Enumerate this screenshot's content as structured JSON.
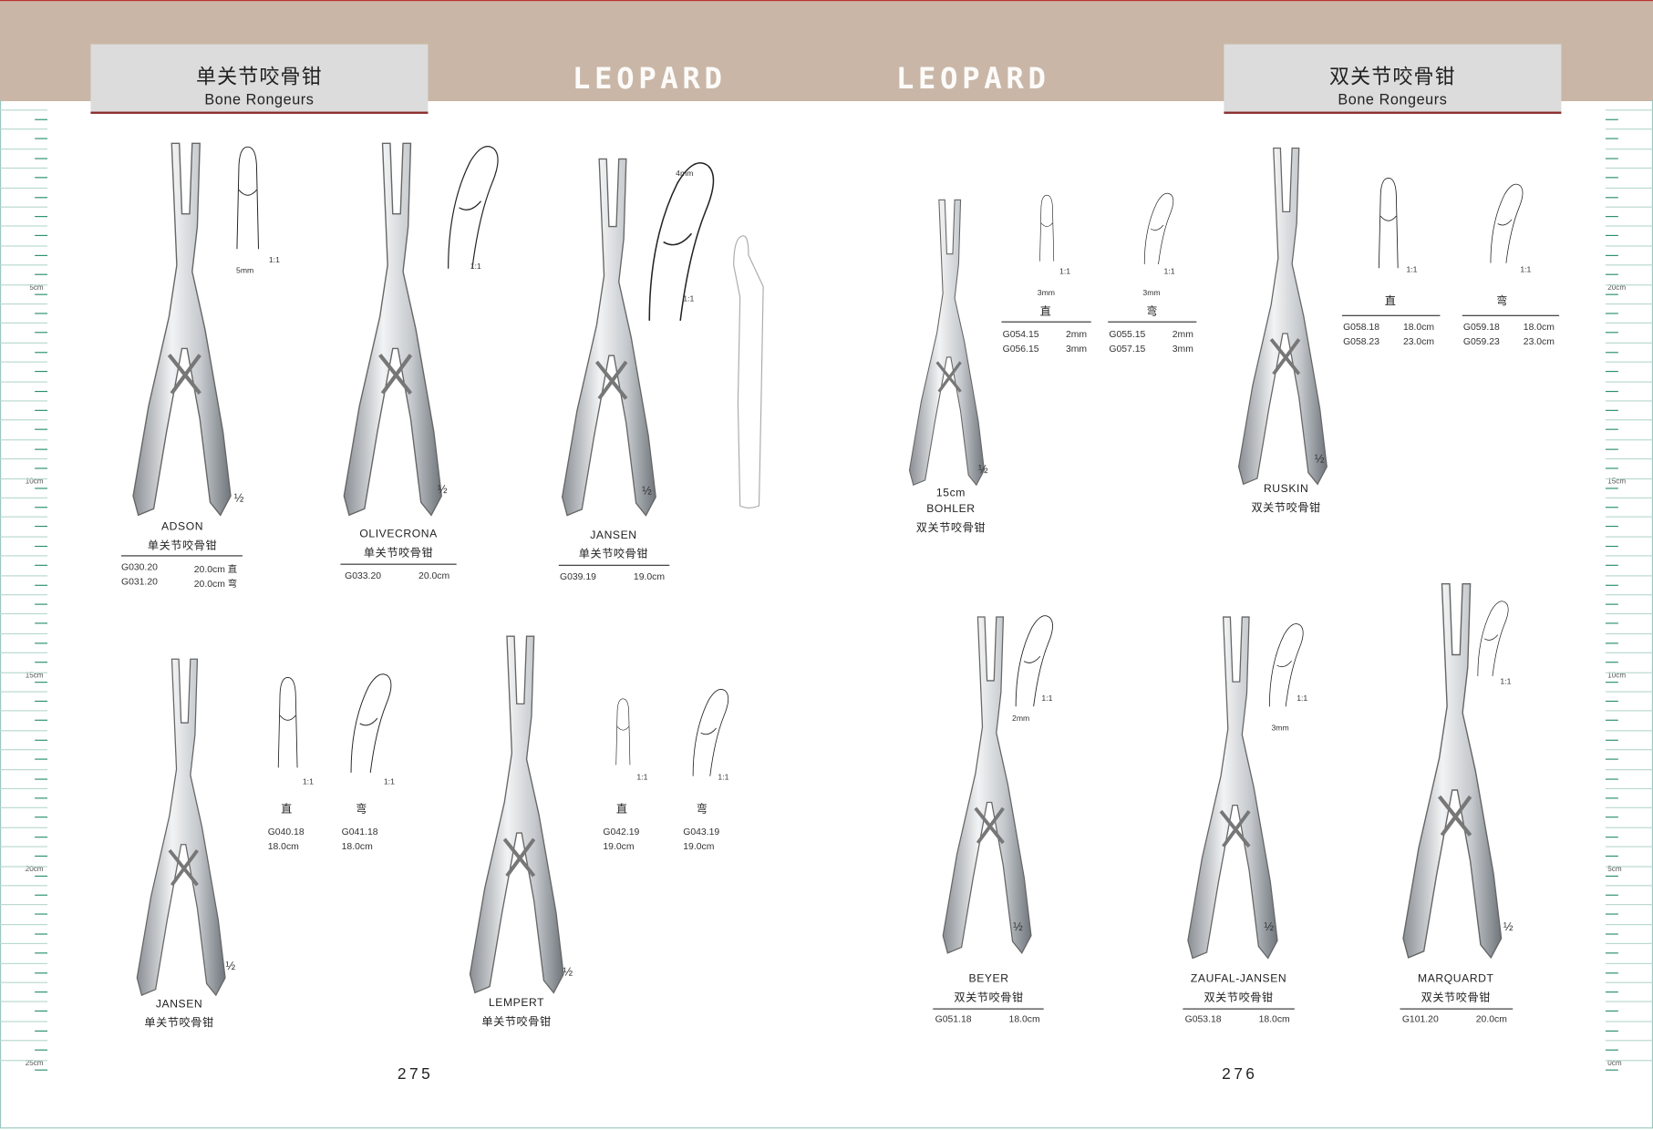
{
  "header": {
    "left_title_zh": "单关节咬骨钳",
    "left_title_en": "Bone Rongeurs",
    "right_title_zh": "双关节咬骨钳",
    "right_title_en": "Bone Rongeurs",
    "logo": "LEOPARD"
  },
  "rulers": {
    "left": [
      "5cm",
      "10cm",
      "15cm",
      "20cm",
      "25cm"
    ],
    "right": [
      "20cm",
      "15cm",
      "10cm",
      "5cm",
      "0cm"
    ]
  },
  "pages": {
    "left": "275",
    "right": "276"
  },
  "labels": {
    "straight": "直",
    "curved": "弯",
    "scale": "1:1",
    "half": "½",
    "single": "单关节咬骨钳",
    "double": "双关节咬骨钳"
  },
  "products": [
    {
      "name": "ADSON",
      "tip": "5mm",
      "rows": [
        [
          "G030.20",
          "20.0cm 直"
        ],
        [
          "G031.20",
          "20.0cm 弯"
        ]
      ]
    },
    {
      "name": "OLIVECRONA",
      "rows": [
        [
          "G033.20",
          "20.0cm"
        ]
      ]
    },
    {
      "name": "JANSEN",
      "tip": "4mm",
      "rows": [
        [
          "G039.19",
          "19.0cm"
        ]
      ]
    },
    {
      "name": "BOHLER",
      "length": "15cm",
      "tip_straight": "3mm",
      "tip_curved": "3mm",
      "straight_rows": [
        [
          "G054.15",
          "2mm"
        ],
        [
          "G056.15",
          "3mm"
        ]
      ],
      "curved_rows": [
        [
          "G055.15",
          "2mm"
        ],
        [
          "G057.15",
          "3mm"
        ]
      ]
    },
    {
      "name": "RUSKIN",
      "straight_rows": [
        [
          "G058.18",
          "18.0cm"
        ],
        [
          "G058.23",
          "23.0cm"
        ]
      ],
      "curved_rows": [
        [
          "G059.18",
          "18.0cm"
        ],
        [
          "G059.23",
          "23.0cm"
        ]
      ]
    },
    {
      "name": "JANSEN",
      "straight": [
        "G040.18",
        "18.0cm"
      ],
      "curved": [
        "G041.18",
        "18.0cm"
      ]
    },
    {
      "name": "LEMPERT",
      "straight": [
        "G042.19",
        "19.0cm"
      ],
      "curved": [
        "G043.19",
        "19.0cm"
      ]
    },
    {
      "name": "BEYER",
      "tip": "2mm",
      "rows": [
        [
          "G051.18",
          "18.0cm"
        ]
      ]
    },
    {
      "name": "ZAUFAL-JANSEN",
      "tip": "3mm",
      "rows": [
        [
          "G053.18",
          "18.0cm"
        ]
      ]
    },
    {
      "name": "MARQUARDT",
      "rows": [
        [
          "G101.20",
          "20.0cm"
        ]
      ]
    }
  ]
}
